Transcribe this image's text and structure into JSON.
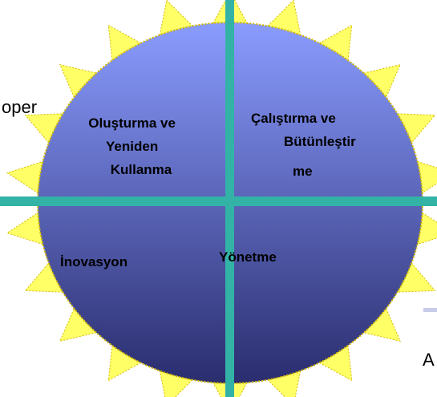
{
  "diagram": {
    "quadrants": {
      "top_left": [
        "Oluşturma ve",
        "Yeniden",
        "Kullanma"
      ],
      "top_right": [
        "Çalıştırma ve",
        "Bütünleştir",
        "me"
      ],
      "bottom_left": [
        "İnovasyon"
      ],
      "bottom_right": [
        "Yönetme"
      ]
    },
    "edge_fragments": {
      "left": "oper",
      "bottom_right": "A"
    }
  },
  "colors": {
    "sun_ray_fill": "#ffff66",
    "sun_ray_stroke": "#d4b800",
    "disc_top": "#8a9cff",
    "disc_bottom": "#2a2d6e",
    "divider": "#33b3a6",
    "text": "#000000"
  }
}
